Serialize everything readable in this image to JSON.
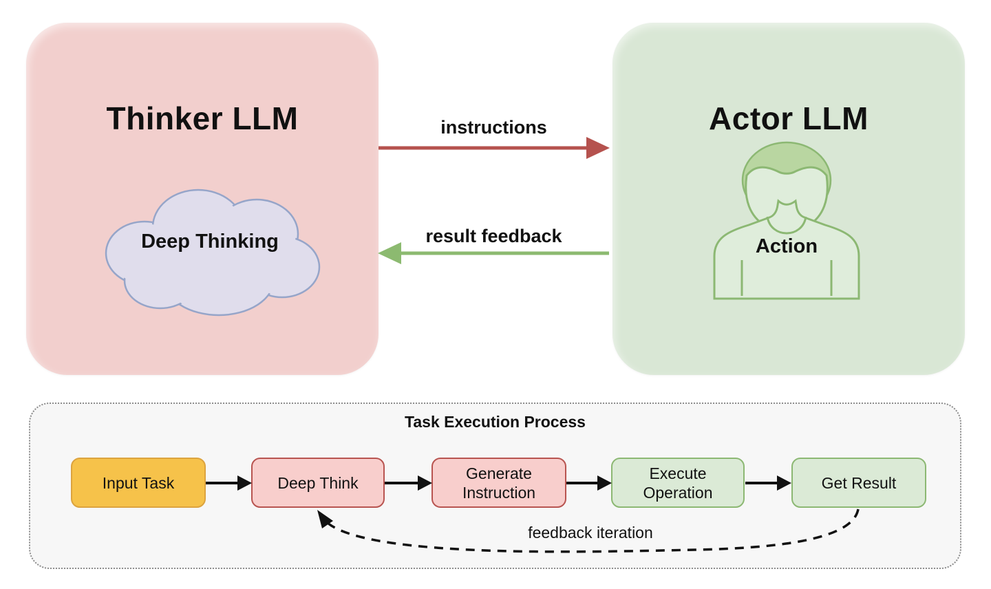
{
  "thinker": {
    "title": "Thinker LLM",
    "cloud_label": "Deep Thinking"
  },
  "actor": {
    "title": "Actor LLM",
    "person_label": "Action"
  },
  "arrows": {
    "instructions_label": "instructions",
    "result_feedback_label": "result feedback"
  },
  "process": {
    "title": "Task Execution Process",
    "steps": [
      {
        "label": "Input Task"
      },
      {
        "label": "Deep Think"
      },
      {
        "label": "Generate Instruction"
      },
      {
        "label": "Execute Operation"
      },
      {
        "label": "Get Result"
      }
    ],
    "feedback_label": "feedback iteration"
  },
  "colors": {
    "thinker-box": "#F2CFCD",
    "actor-box": "#D9E7D5",
    "cloud-fill": "#E0DDEC",
    "cloud-stroke": "#96A5C9",
    "instructions-arrow": "#B5524E",
    "feedback-arrow": "#8CBA70",
    "input-box-fill": "#F6C24A",
    "input-box-stroke": "#DCA33E",
    "pink-step-fill": "#F8CECC",
    "pink-step-stroke": "#B85450",
    "green-step-fill": "#DBEAD6",
    "green-step-stroke": "#8CB873",
    "process-bg": "#F7F7F7",
    "process-border": "#8C8C8C",
    "person-hair": "#B9D6A1",
    "person-stroke": "#8CB873",
    "person-fill": "#DFEDDB"
  }
}
